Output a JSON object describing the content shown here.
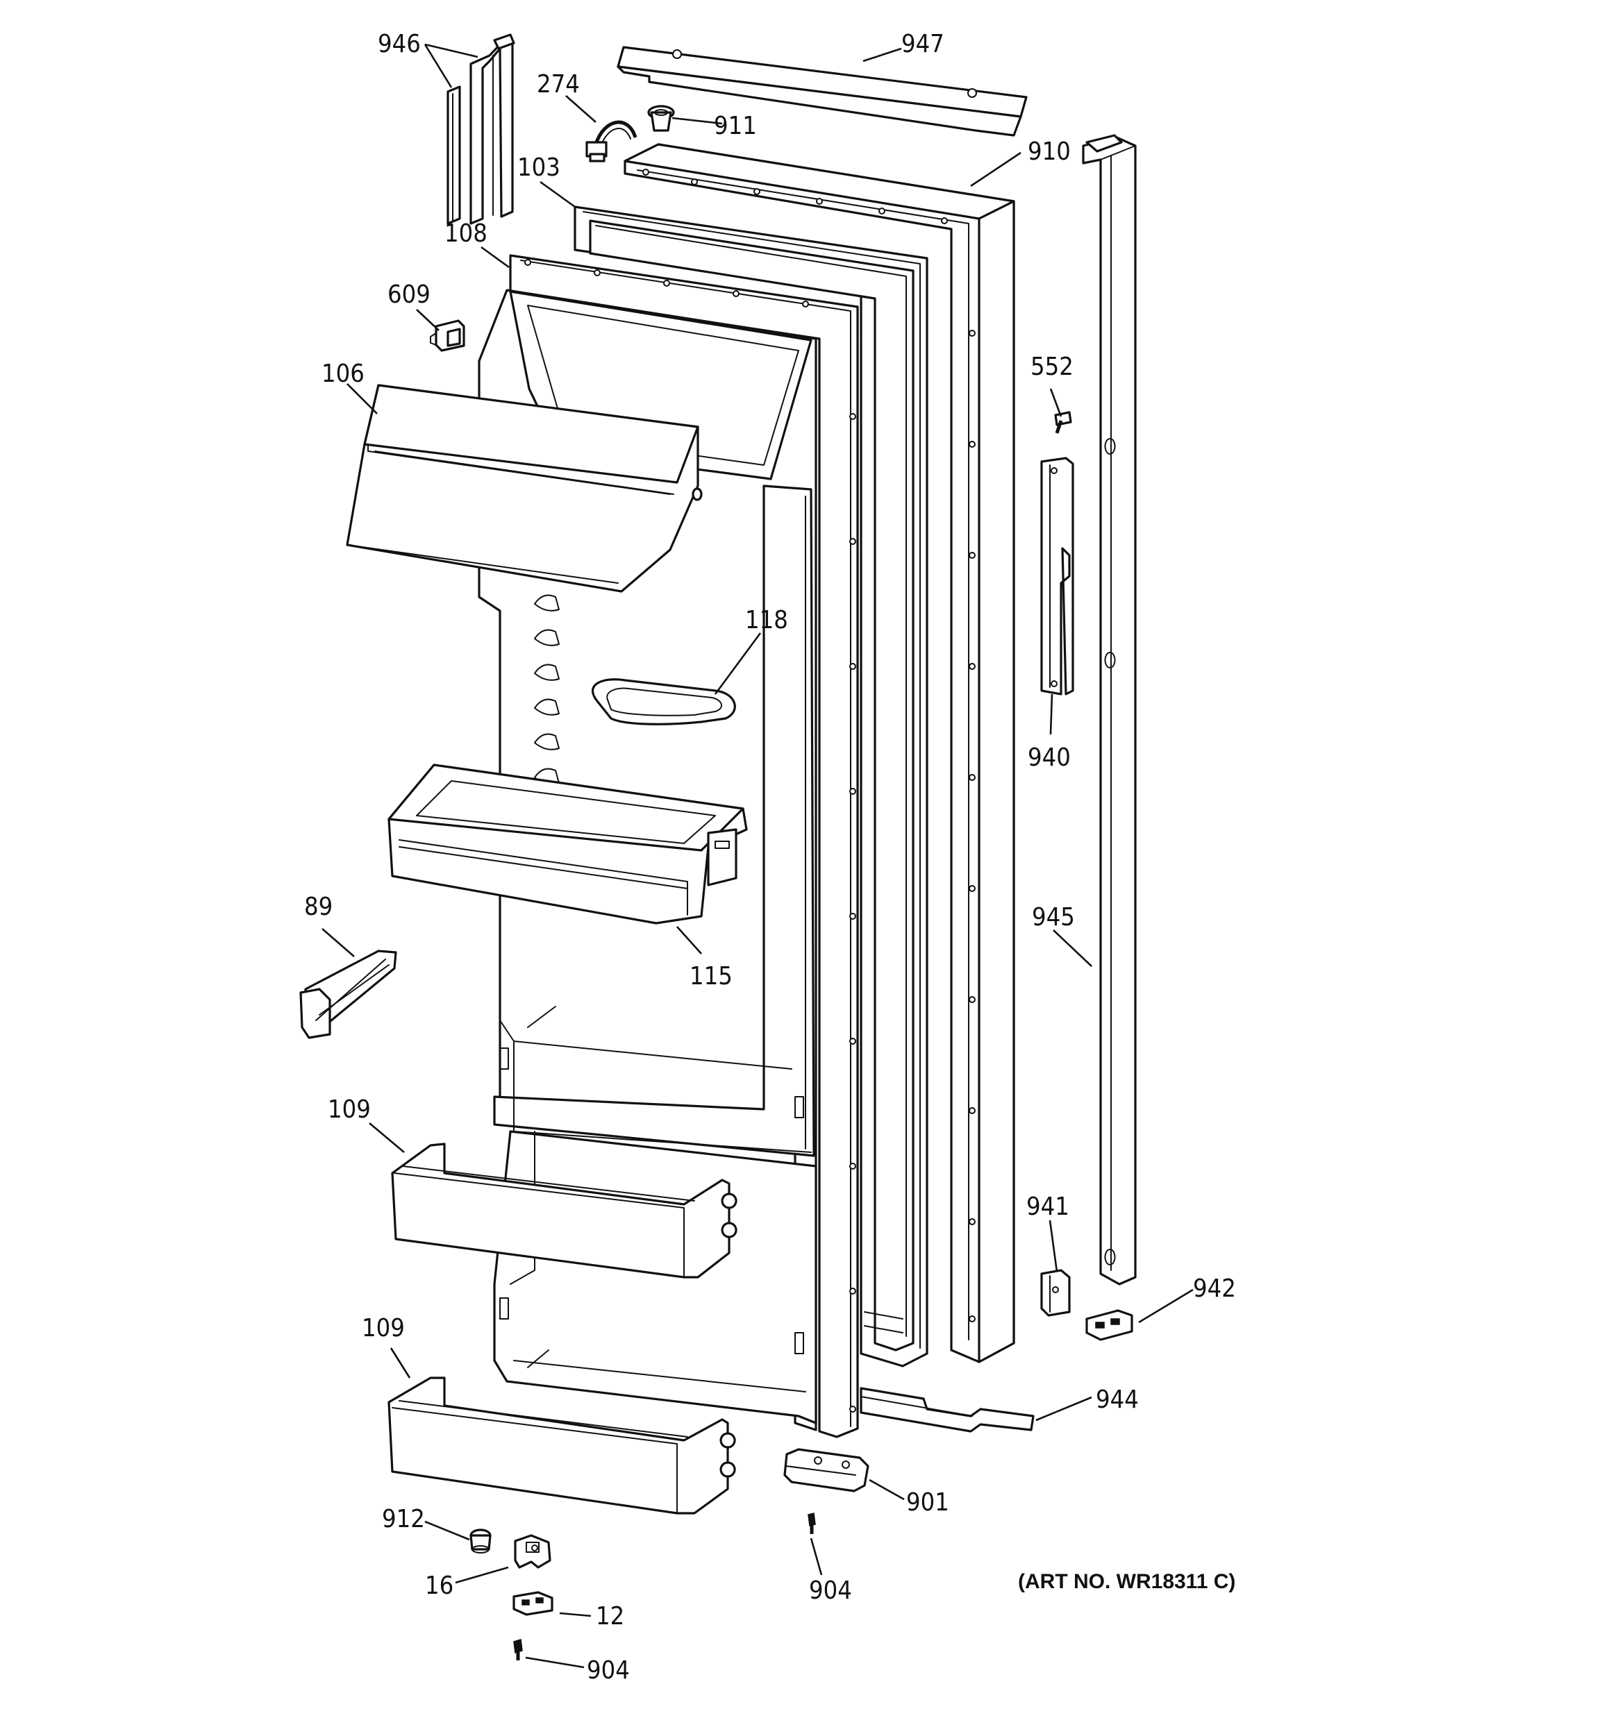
{
  "diagram": {
    "art_number": "(ART NO. WR18311 C)",
    "callouts": [
      {
        "id": "946",
        "label": "946"
      },
      {
        "id": "947",
        "label": "947"
      },
      {
        "id": "274",
        "label": "274"
      },
      {
        "id": "911",
        "label": "911"
      },
      {
        "id": "103",
        "label": "103"
      },
      {
        "id": "910",
        "label": "910"
      },
      {
        "id": "108",
        "label": "108"
      },
      {
        "id": "609",
        "label": "609"
      },
      {
        "id": "106",
        "label": "106"
      },
      {
        "id": "552",
        "label": "552"
      },
      {
        "id": "118",
        "label": "118"
      },
      {
        "id": "940",
        "label": "940"
      },
      {
        "id": "945",
        "label": "945"
      },
      {
        "id": "89",
        "label": "89"
      },
      {
        "id": "115",
        "label": "115"
      },
      {
        "id": "109a",
        "label": "109"
      },
      {
        "id": "941",
        "label": "941"
      },
      {
        "id": "942",
        "label": "942"
      },
      {
        "id": "109b",
        "label": "109"
      },
      {
        "id": "944",
        "label": "944"
      },
      {
        "id": "901",
        "label": "901"
      },
      {
        "id": "912",
        "label": "912"
      },
      {
        "id": "16",
        "label": "16"
      },
      {
        "id": "904a",
        "label": "904"
      },
      {
        "id": "12",
        "label": "12"
      },
      {
        "id": "904b",
        "label": "904"
      }
    ]
  }
}
